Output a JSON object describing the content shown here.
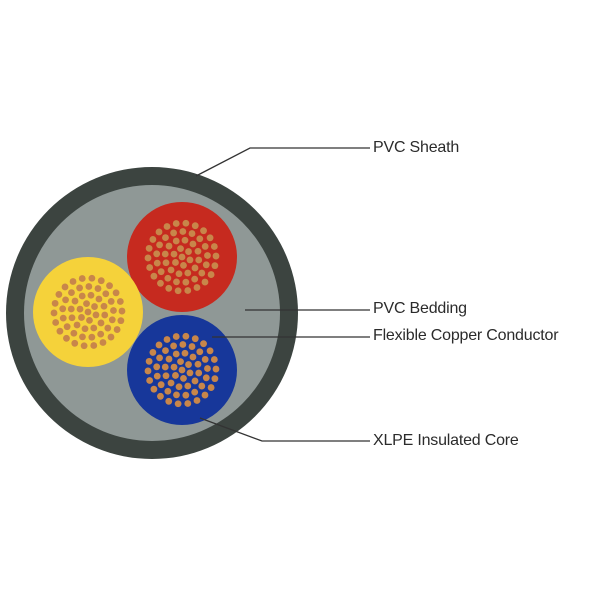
{
  "labels": {
    "sheath": "PVC Sheath",
    "bedding": "PVC Bedding",
    "conductor": "Flexible Copper Conductor",
    "core": "XLPE Insulated Core"
  },
  "colors": {
    "sheath": "#3c4440",
    "bedding": "#8f9896",
    "core_red": "#c62a1f",
    "core_yellow": "#f5d23a",
    "core_blue": "#17379a",
    "copper": "#c8864a",
    "leader_line": "#333333",
    "text": "#2b2b2b"
  }
}
